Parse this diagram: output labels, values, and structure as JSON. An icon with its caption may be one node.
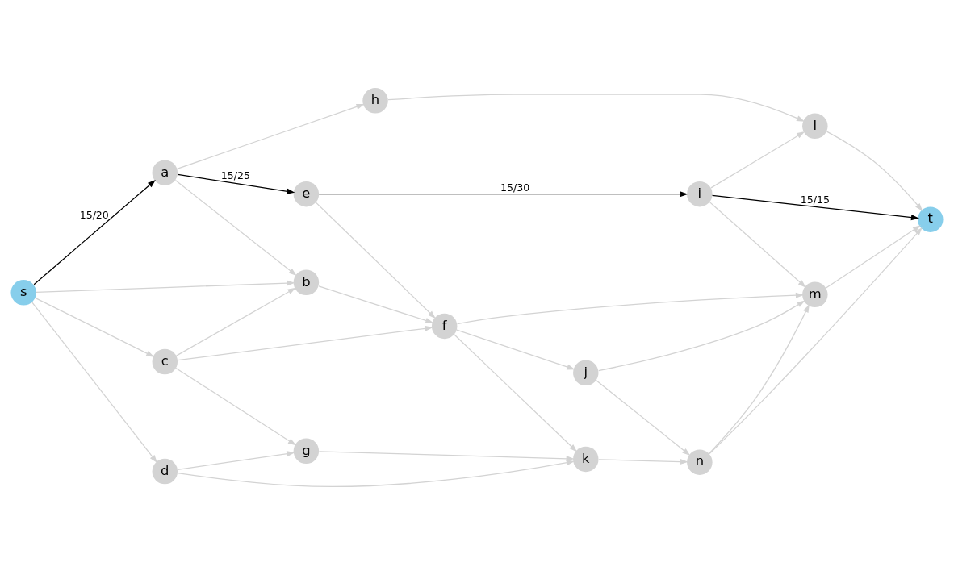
{
  "diagram": {
    "nodes": [
      {
        "text": [
          "s"
        ]
      },
      {
        "text": [
          "a"
        ]
      },
      {
        "text": [
          "b"
        ]
      },
      {
        "text": [
          "c"
        ]
      },
      {
        "text": [
          "d"
        ]
      },
      {
        "text": [
          "e"
        ]
      },
      {
        "text": [
          "f"
        ]
      },
      {
        "text": [
          "g"
        ]
      },
      {
        "text": [
          "h"
        ]
      },
      {
        "text": [
          "i"
        ]
      },
      {
        "text": [
          "j"
        ]
      },
      {
        "text": [
          "k"
        ]
      },
      {
        "text": [
          "l"
        ]
      },
      {
        "text": [
          "m"
        ]
      },
      {
        "text": [
          "n"
        ]
      },
      {
        "text": [
          "t"
        ]
      }
    ],
    "edges": [
      {
        "from": 0,
        "to": 1,
        "arrow": "to",
        "label": "15/20",
        "color": "#000000"
      },
      {
        "from": 0,
        "to": 2,
        "arrow": "to"
      },
      {
        "from": 0,
        "to": 3,
        "arrow": "to"
      },
      {
        "from": 0,
        "to": 4,
        "arrow": "to"
      },
      {
        "from": 1,
        "to": 8,
        "arrow": "to"
      },
      {
        "from": 1,
        "to": 5,
        "arrow": "to",
        "label": "15/25",
        "color": "#000000"
      },
      {
        "from": 1,
        "to": 2,
        "arrow": "to"
      },
      {
        "from": 3,
        "to": 2,
        "arrow": "to"
      },
      {
        "from": 2,
        "to": 6,
        "arrow": "to"
      },
      {
        "from": 3,
        "to": 6,
        "arrow": "to"
      },
      {
        "from": 3,
        "to": 7,
        "arrow": "to"
      },
      {
        "from": 4,
        "to": 7,
        "arrow": "to"
      },
      {
        "from": 4,
        "to": 11,
        "arrow": "to"
      },
      {
        "from": 5,
        "to": 9,
        "arrow": "to",
        "label": "15/30",
        "color": "#000000"
      },
      {
        "from": 5,
        "to": 6,
        "arrow": "to"
      },
      {
        "from": 6,
        "to": 13,
        "arrow": "to"
      },
      {
        "from": 6,
        "to": 10,
        "arrow": "to"
      },
      {
        "from": 6,
        "to": 11,
        "arrow": "to"
      },
      {
        "from": 7,
        "to": 11,
        "arrow": "to"
      },
      {
        "from": 8,
        "to": 12,
        "arrow": "to"
      },
      {
        "from": 9,
        "to": 12,
        "arrow": "to"
      },
      {
        "from": 9,
        "to": 13,
        "arrow": "to"
      },
      {
        "from": 9,
        "to": 15,
        "arrow": "to",
        "label": "15/15",
        "color": "#000000"
      },
      {
        "from": 10,
        "to": 13,
        "arrow": "to"
      },
      {
        "from": 10,
        "to": 14,
        "arrow": "to"
      },
      {
        "from": 11,
        "to": 14,
        "arrow": "to"
      },
      {
        "from": 14,
        "to": 13,
        "arrow": "to"
      },
      {
        "from": 14,
        "to": 15,
        "arrow": "to"
      },
      {
        "from": 12,
        "to": 15,
        "arrow": "to"
      },
      {
        "from": 13,
        "to": 15,
        "arrow": "to"
      }
    ]
  }
}
